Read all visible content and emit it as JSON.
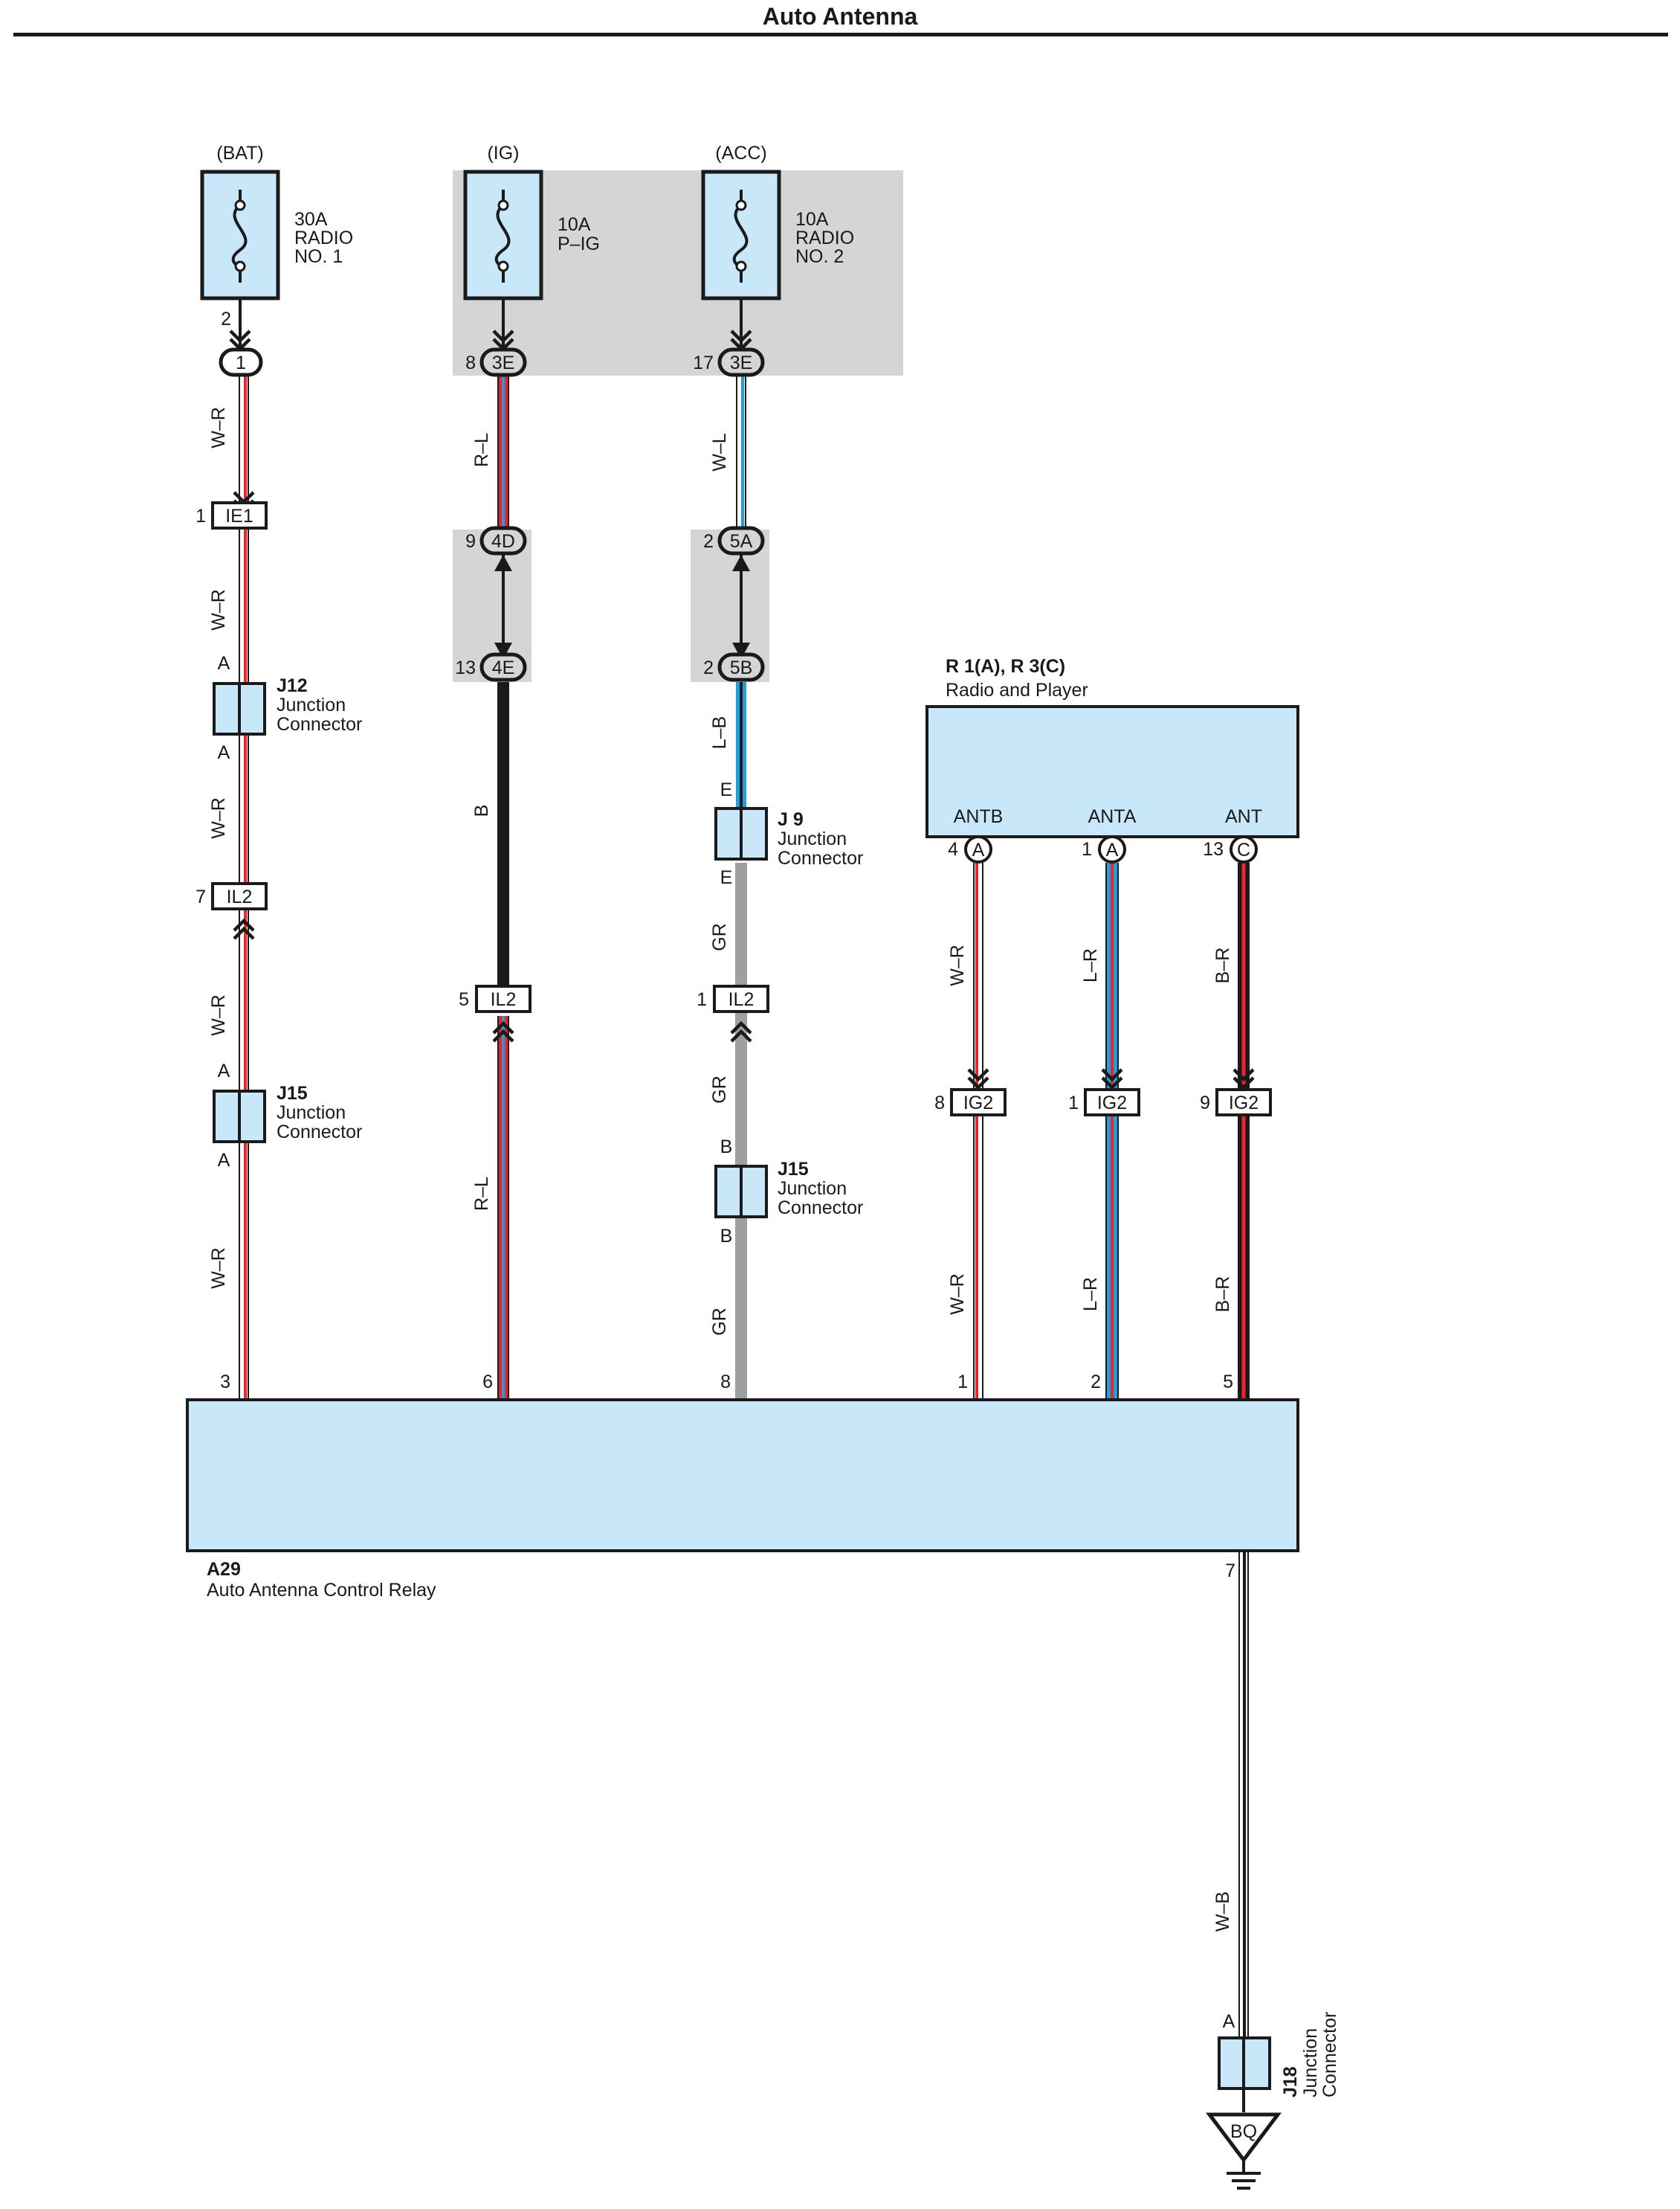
{
  "title": "Auto Antenna",
  "colors": {
    "white": "#ffffff",
    "red": "#e8262d",
    "blue": "#1fa0dc",
    "black": "#1a1a1a",
    "gray": "#9d9fa2",
    "component_fill": "#c8e8fa",
    "shaded_area": "#d4d5d7"
  },
  "fuses": [
    {
      "source": "(BAT)",
      "rating": "30A",
      "name_line1": "RADIO",
      "name_line2": "NO. 1"
    },
    {
      "source": "(IG)",
      "rating": "10A",
      "name_line1": "P–IG",
      "name_line2": ""
    },
    {
      "source": "(ACC)",
      "rating": "10A",
      "name_line1": "RADIO",
      "name_line2": "NO. 2"
    }
  ],
  "bat_circuit": {
    "fuse_pin": "2",
    "top_connector": "1",
    "ie1_pin": "1",
    "ie1": "IE1",
    "il2_pin": "7",
    "il2": "IL2",
    "relay_pin": "3",
    "wire_labels": [
      "W–R",
      "W–R",
      "W–R",
      "W–R",
      "W–R"
    ],
    "j12": {
      "id": "J12",
      "line1": "Junction",
      "line2": "Connector",
      "pin_top": "A",
      "pin_bottom": "A"
    },
    "j15": {
      "id": "J15",
      "line1": "Junction",
      "line2": "Connector",
      "pin_top": "A",
      "pin_bottom": "A"
    }
  },
  "ig_circuit": {
    "c3e_pin": "8",
    "c3e": "3E",
    "c4d_pin": "9",
    "c4d": "4D",
    "c4e_pin": "13",
    "c4e": "4E",
    "il2_pin": "5",
    "il2": "IL2",
    "relay_pin": "6",
    "wire_labels": [
      "R–L",
      "B",
      "R–L"
    ]
  },
  "acc_circuit": {
    "c3e_pin": "17",
    "c3e": "3E",
    "c5a_pin": "2",
    "c5a": "5A",
    "c5b_pin": "2",
    "c5b": "5B",
    "il2_pin": "1",
    "il2": "IL2",
    "relay_pin": "8",
    "wire_labels": [
      "W–L",
      "L–B",
      "GR",
      "GR",
      "GR"
    ],
    "j9": {
      "id": "J 9",
      "line1": "Junction",
      "line2": "Connector",
      "pin_top": "E",
      "pin_bottom": "E"
    },
    "j15": {
      "id": "J15",
      "line1": "Junction",
      "line2": "Connector",
      "pin_top": "B",
      "pin_bottom": "B"
    }
  },
  "radio": {
    "id": "R 1(A), R 3(C)",
    "name": "Radio and Player",
    "terminals": [
      {
        "label": "ANTB",
        "pin": "4",
        "connector": "A",
        "ig2_pin": "8",
        "ig2": "IG2",
        "relay_pin": "1",
        "wire_upper": "W–R",
        "wire_lower": "W–R"
      },
      {
        "label": "ANTA",
        "pin": "1",
        "connector": "A",
        "ig2_pin": "1",
        "ig2": "IG2",
        "relay_pin": "2",
        "wire_upper": "L–R",
        "wire_lower": "L–R"
      },
      {
        "label": "ANT",
        "pin": "13",
        "connector": "C",
        "ig2_pin": "9",
        "ig2": "IG2",
        "relay_pin": "5",
        "wire_upper": "B–R",
        "wire_lower": "B–R"
      }
    ]
  },
  "relay": {
    "id": "A29",
    "name": "Auto Antenna Control Relay",
    "ground_pin": "7"
  },
  "ground_circuit": {
    "wire_label": "W–B",
    "j18": {
      "id": "J18",
      "line1": "Junction",
      "line2": "Connector",
      "pin_top": "A"
    },
    "ground_point": "BQ"
  }
}
